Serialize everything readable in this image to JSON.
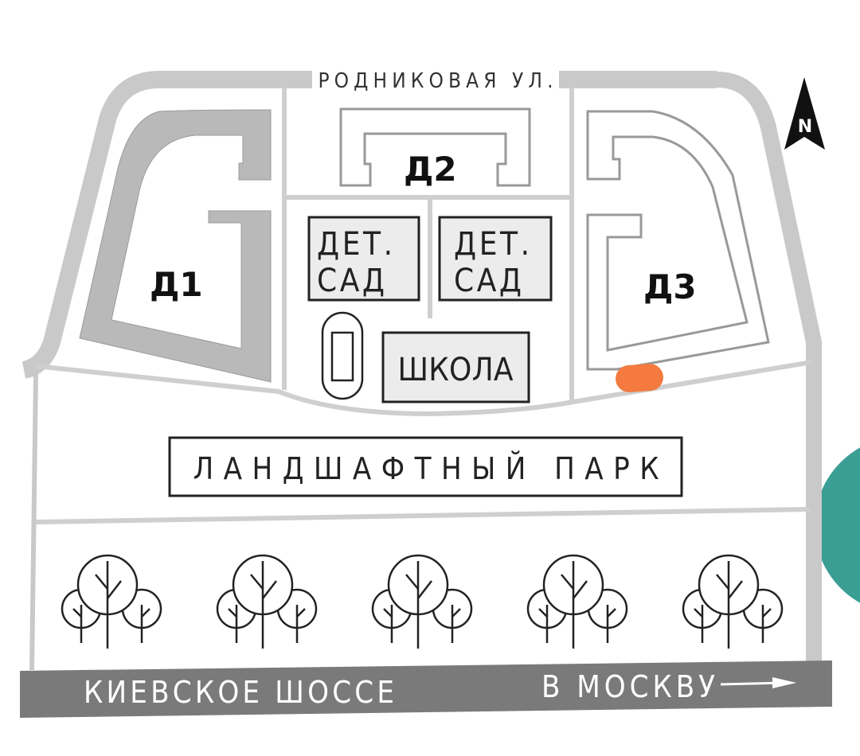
{
  "map": {
    "streets": {
      "top": "РОДНИКОВАЯ УЛ.",
      "bottom": "КИЕВСКОЕ ШОССЕ",
      "direction": "В МОСКВУ"
    },
    "buildings": {
      "d1": "Д1",
      "d2": "Д2",
      "d3": "Д3"
    },
    "kindergarten_1": {
      "line1": "ДЕТ.",
      "line2": "САД"
    },
    "kindergarten_2": {
      "line1": "ДЕТ.",
      "line2": "САД"
    },
    "school": "ШКОЛА",
    "park": "ЛАНДШАФТНЫЙ ПАРК",
    "north": "N",
    "colors": {
      "road_light": "#c9c9c9",
      "road_dark": "#7a7a7a",
      "building_fill": "#b9b9b9",
      "marker": "#f47a3f",
      "teal": "#3a9e95"
    }
  }
}
